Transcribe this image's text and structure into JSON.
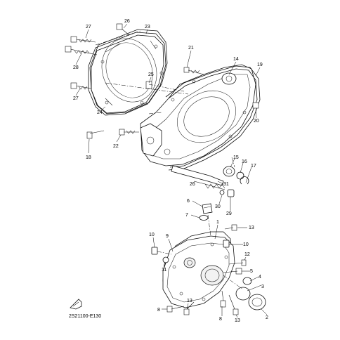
{
  "diagram": {
    "drawing_code": "2S21100-E130",
    "callouts": [
      "26",
      "27",
      "23",
      "28",
      "25",
      "27",
      "24",
      "21",
      "14",
      "19",
      "20",
      "18",
      "22",
      "15",
      "16",
      "17",
      "31",
      "26",
      "6",
      "30",
      "29",
      "7",
      "1",
      "13",
      "10",
      "9",
      "10",
      "12",
      "11",
      "5",
      "4",
      "3",
      "8",
      "13",
      "8",
      "13",
      "2"
    ]
  }
}
